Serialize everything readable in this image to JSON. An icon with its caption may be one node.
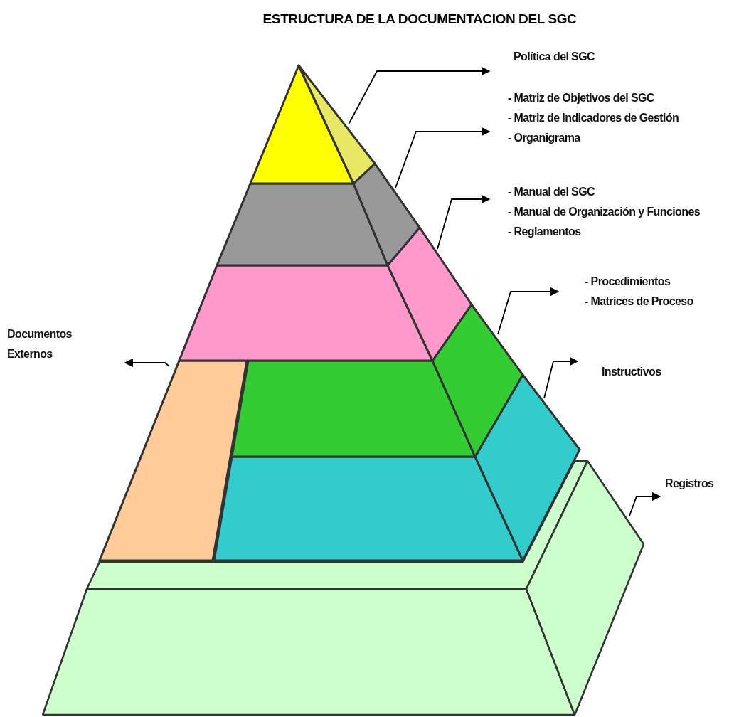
{
  "diagram": {
    "title": "ESTRUCTURA DE LA DOCUMENTACION DEL SGC",
    "nodes": [
      {
        "text": [
          "Política del SGC"
        ]
      },
      {
        "text": [
          "- Matriz de Objetivos del SGC",
          "- Matriz de Indicadores de Gestión",
          "- Organigrama"
        ]
      },
      {
        "text": [
          "- Manual del SGC",
          "- Manual de Organización y Funciones",
          "- Reglamentos"
        ]
      },
      {
        "text": [
          "- Procedimientos",
          "- Matrices de Proceso"
        ]
      },
      {
        "text": [
          "Instructivos"
        ]
      },
      {
        "text": [
          "Registros"
        ]
      },
      {
        "text": [
          "Documentos Externos"
        ]
      },
      {
        "text": [],
        "shape": "triangle"
      },
      {
        "text": [],
        "shape": "trapezoid"
      },
      {
        "text": [],
        "shape": "trapezoid"
      },
      {
        "text": [],
        "shape": "trapezoid"
      },
      {
        "text": [],
        "shape": "trapezoid"
      },
      {
        "text": [],
        "shape": "box"
      },
      {
        "text": [],
        "shape": "trapezoid"
      }
    ],
    "edges": [
      {
        "from": 7,
        "to": 0,
        "arrow": "to"
      },
      {
        "from": 8,
        "to": 1,
        "arrow": "to"
      },
      {
        "from": 9,
        "to": 2,
        "arrow": "to"
      },
      {
        "from": 10,
        "to": 3,
        "arrow": "to"
      },
      {
        "from": 11,
        "to": 4,
        "arrow": "to"
      },
      {
        "from": 12,
        "to": 5,
        "arrow": "to"
      },
      {
        "from": 13,
        "to": 6,
        "arrow": "to"
      }
    ]
  }
}
